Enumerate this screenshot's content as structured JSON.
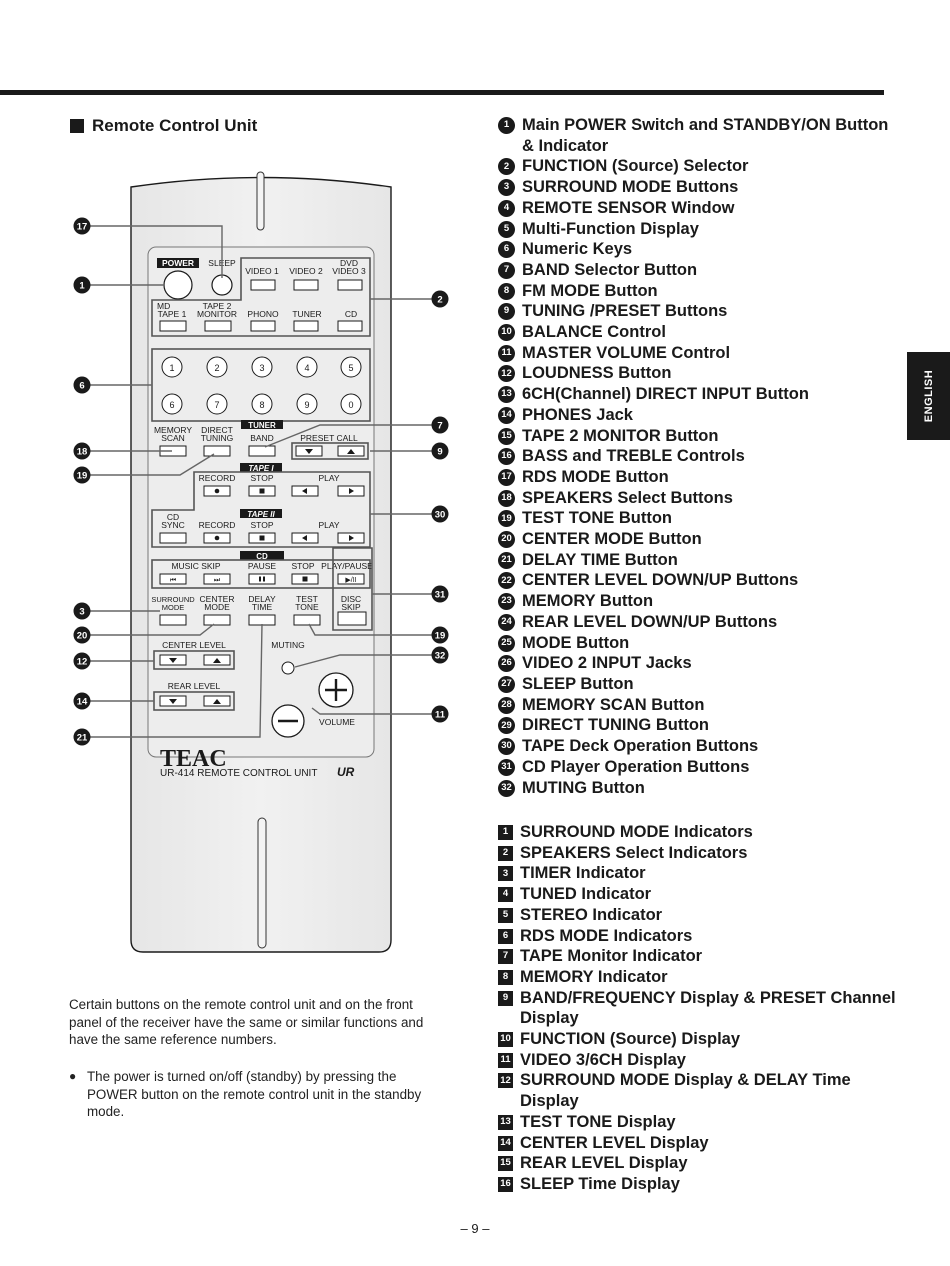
{
  "section_title": "Remote Control Unit",
  "language_tab": "ENGLISH",
  "parts": [
    {
      "num": "1",
      "text": "Main POWER Switch and STANDBY/ON Button & Indicator"
    },
    {
      "num": "2",
      "text": "FUNCTION (Source) Selector"
    },
    {
      "num": "3",
      "text": "SURROUND MODE Buttons"
    },
    {
      "num": "4",
      "text": "REMOTE SENSOR Window"
    },
    {
      "num": "5",
      "text": "Multi-Function Display"
    },
    {
      "num": "6",
      "text": "Numeric Keys"
    },
    {
      "num": "7",
      "text": "BAND Selector Button"
    },
    {
      "num": "8",
      "text": "FM MODE Button"
    },
    {
      "num": "9",
      "text": "TUNING /PRESET Buttons"
    },
    {
      "num": "10",
      "text": "BALANCE Control"
    },
    {
      "num": "11",
      "text": "MASTER VOLUME Control"
    },
    {
      "num": "12",
      "text": "LOUDNESS Button"
    },
    {
      "num": "13",
      "text": "6CH(Channel) DIRECT INPUT Button"
    },
    {
      "num": "14",
      "text": "PHONES Jack"
    },
    {
      "num": "15",
      "text": "TAPE 2 MONITOR Button"
    },
    {
      "num": "16",
      "text": "BASS and TREBLE Controls"
    },
    {
      "num": "17",
      "text": "RDS MODE Button"
    },
    {
      "num": "18",
      "text": "SPEAKERS Select Buttons"
    },
    {
      "num": "19",
      "text": "TEST TONE Button"
    },
    {
      "num": "20",
      "text": "CENTER MODE Button"
    },
    {
      "num": "21",
      "text": "DELAY TIME Button"
    },
    {
      "num": "22",
      "text": "CENTER LEVEL DOWN/UP Buttons"
    },
    {
      "num": "23",
      "text": "MEMORY Button"
    },
    {
      "num": "24",
      "text": "REAR LEVEL DOWN/UP Buttons"
    },
    {
      "num": "25",
      "text": "MODE  Button"
    },
    {
      "num": "26",
      "text": "VIDEO 2 INPUT Jacks"
    },
    {
      "num": "27",
      "text": "SLEEP Button"
    },
    {
      "num": "28",
      "text": "MEMORY SCAN Button"
    },
    {
      "num": "29",
      "text": "DIRECT TUNING Button"
    },
    {
      "num": "30",
      "text": "TAPE Deck Operation Buttons"
    },
    {
      "num": "31",
      "text": "CD Player Operation Buttons"
    },
    {
      "num": "32",
      "text": "MUTING Button"
    }
  ],
  "indicators": [
    {
      "num": "1",
      "text": "SURROUND MODE Indicators"
    },
    {
      "num": "2",
      "text": "SPEAKERS Select Indicators"
    },
    {
      "num": "3",
      "text": "TIMER Indicator"
    },
    {
      "num": "4",
      "text": "TUNED Indicator"
    },
    {
      "num": "5",
      "text": "STEREO Indicator"
    },
    {
      "num": "6",
      "text": "RDS MODE Indicators"
    },
    {
      "num": "7",
      "text": "TAPE Monitor Indicator"
    },
    {
      "num": "8",
      "text": "MEMORY Indicator"
    },
    {
      "num": "9",
      "text": "BAND/FREQUENCY Display & PRESET Channel Display"
    },
    {
      "num": "10",
      "text": "FUNCTION (Source) Display"
    },
    {
      "num": "11",
      "text": "VIDEO 3/6CH Display"
    },
    {
      "num": "12",
      "text": "SURROUND MODE Display & DELAY Time Display"
    },
    {
      "num": "13",
      "text": "TEST TONE Display"
    },
    {
      "num": "14",
      "text": "CENTER LEVEL Display"
    },
    {
      "num": "15",
      "text": "REAR LEVEL Display"
    },
    {
      "num": "16",
      "text": "SLEEP Time Display"
    }
  ],
  "note": "Certain buttons on the remote control unit and on the front panel of the receiver have the same or similar functions and have the same reference numbers.",
  "bullet_note": "The power is turned on/off (standby) by pressing the POWER button on the remote control unit in the standby mode.",
  "page_number": "– 9 –",
  "remote": {
    "power": "POWER",
    "sleep": "SLEEP",
    "video1": "VIDEO 1",
    "video2": "VIDEO 2",
    "dvd": "DVD",
    "video3": "VIDEO 3",
    "md": "MD",
    "tape1": "TAPE 1",
    "tape2": "TAPE 2",
    "monitor": "MONITOR",
    "phono": "PHONO",
    "tuner_src": "TUNER",
    "cd_src": "CD",
    "keys": [
      "1",
      "2",
      "3",
      "4",
      "5",
      "6",
      "7",
      "8",
      "9",
      "0"
    ],
    "memory": "MEMORY",
    "scan": "SCAN",
    "direct": "DIRECT",
    "tuning": "TUNING",
    "tuner_tag": "TUNER",
    "band": "BAND",
    "preset_call": "PRESET CALL",
    "tape1_tag": "TAPE I",
    "tape2_tag": "TAPE II",
    "record": "RECORD",
    "stop": "STOP",
    "play": "PLAY",
    "cd_sync_1": "CD",
    "cd_sync_2": "SYNC",
    "cd_tag": "CD",
    "music_skip": "MUSIC SKIP",
    "pause": "PAUSE",
    "play_pause": "PLAY/PAUSE",
    "surround": "SURROUND",
    "mode": "MODE",
    "center": "CENTER",
    "delay": "DELAY",
    "time": "TIME",
    "test": "TEST",
    "tone": "TONE",
    "disc": "DISC",
    "skip": "SKIP",
    "center_level": "CENTER LEVEL",
    "rear_level": "REAR LEVEL",
    "muting": "MUTING",
    "volume": "VOLUME",
    "brand": "TEAC",
    "model": "UR-414 REMOTE CONTROL UNIT",
    "logo": "UR",
    "callouts": [
      "17",
      "1",
      "2",
      "6",
      "7",
      "18",
      "9",
      "19",
      "30",
      "3",
      "31",
      "20",
      "19",
      "12",
      "32",
      "14",
      "11",
      "21"
    ]
  }
}
